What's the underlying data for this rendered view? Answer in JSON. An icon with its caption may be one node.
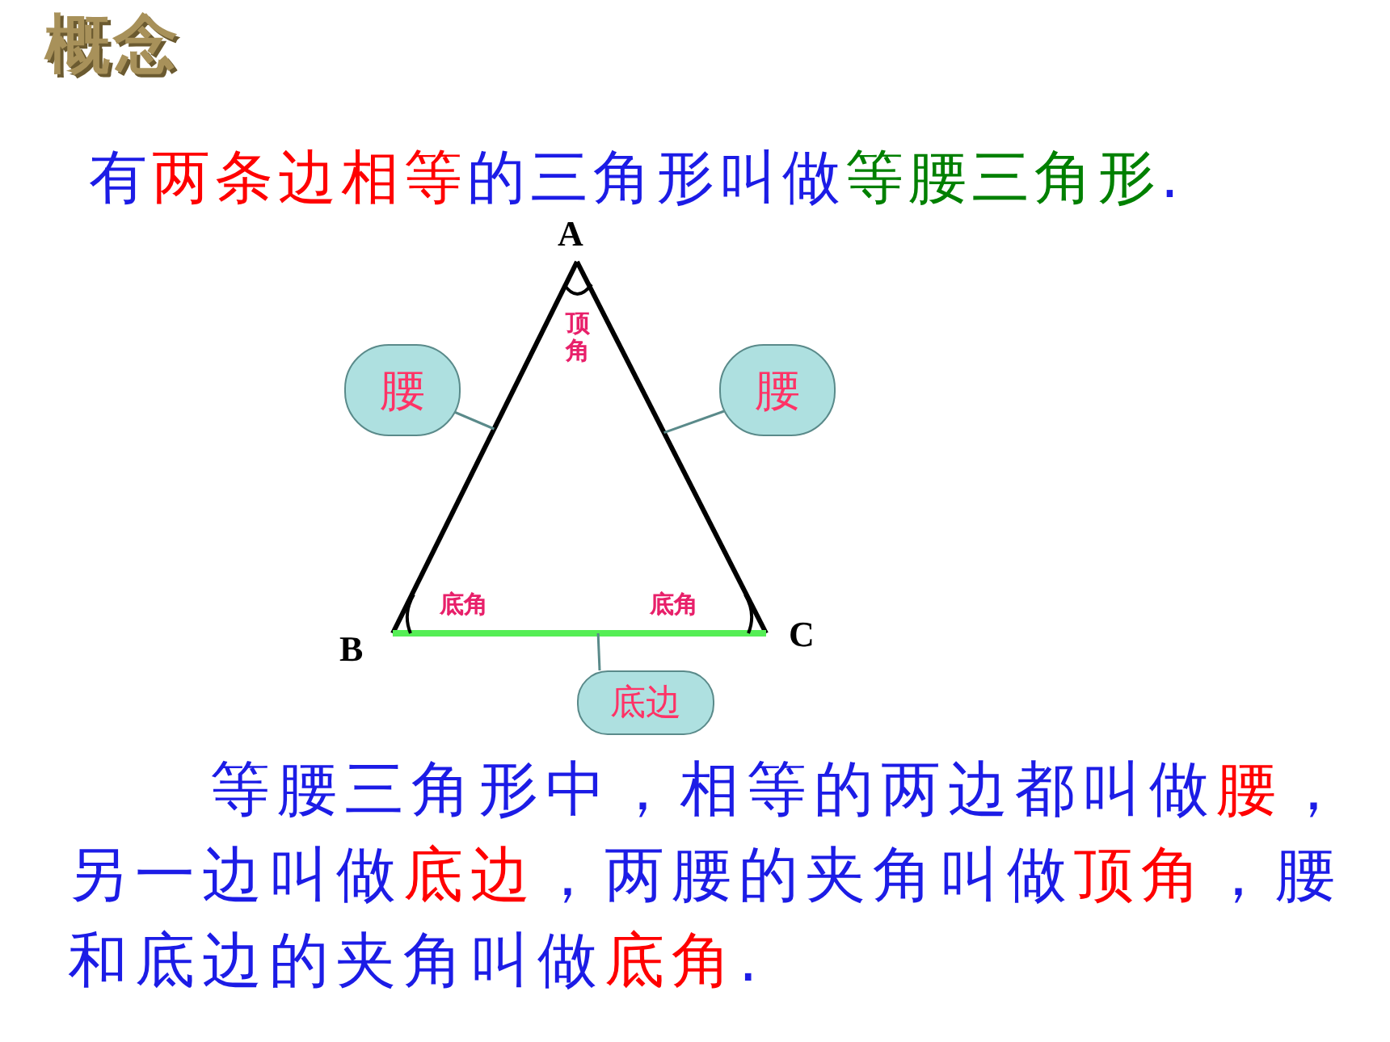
{
  "diagram": {
    "title": "概念",
    "nodes": [
      {
        "text": [
          "腰"
        ]
      },
      {
        "text": [
          "腰"
        ]
      },
      {
        "text": [
          "底边"
        ]
      },
      {
        "text": [],
        "shape": "line"
      },
      {
        "text": [],
        "shape": "line"
      },
      {
        "text": [],
        "shape": "line"
      }
    ],
    "edges": [
      {
        "from": 0,
        "to": 3,
        "arrow": "none"
      },
      {
        "from": 1,
        "to": 4,
        "arrow": "none"
      },
      {
        "from": 2,
        "to": 5,
        "arrow": "none"
      }
    ],
    "labels": [
      "有**两条边相等**的三角形叫做**等腰三角形**.",
      "A",
      "顶角",
      "B",
      "底角",
      "底角",
      "C",
      "等腰三角形中，相等的两边都叫做**腰**，另一边叫做**底边**，两腰的夹角叫做**顶角**，腰和底边的夹角叫做**底角**."
    ]
  }
}
